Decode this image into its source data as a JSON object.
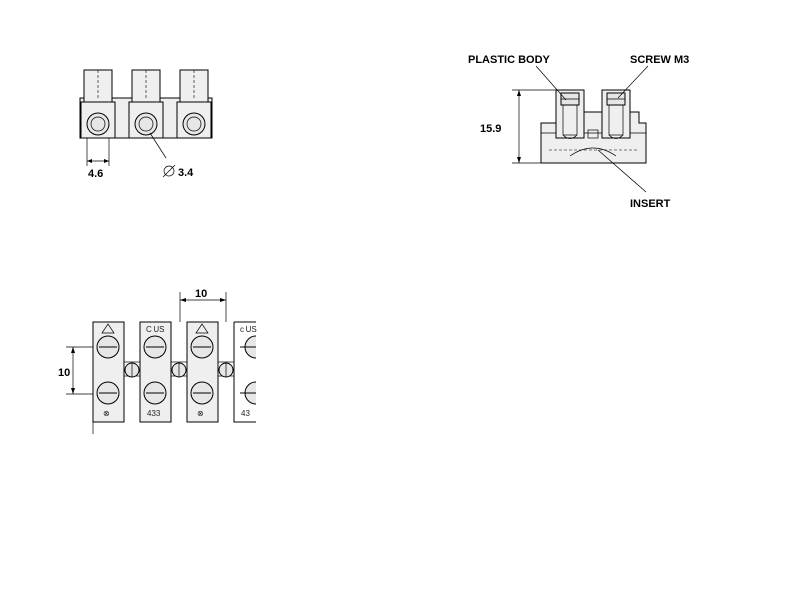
{
  "top_left_view": {
    "dim_pitch_label": "4.6",
    "dim_hole_label": "3.4",
    "diameter_symbol": "⌀"
  },
  "side_view": {
    "label_plastic_body": "PLASTIC BODY",
    "label_screw": "SCREW M3",
    "label_insert": "INSERT",
    "dim_height_label": "15.9"
  },
  "bottom_view": {
    "dim_pitch_label": "10",
    "dim_row_label": "10",
    "part_number_labels": [
      "433",
      "43"
    ],
    "cert_mark_labels": [
      "C US",
      "c US"
    ]
  }
}
